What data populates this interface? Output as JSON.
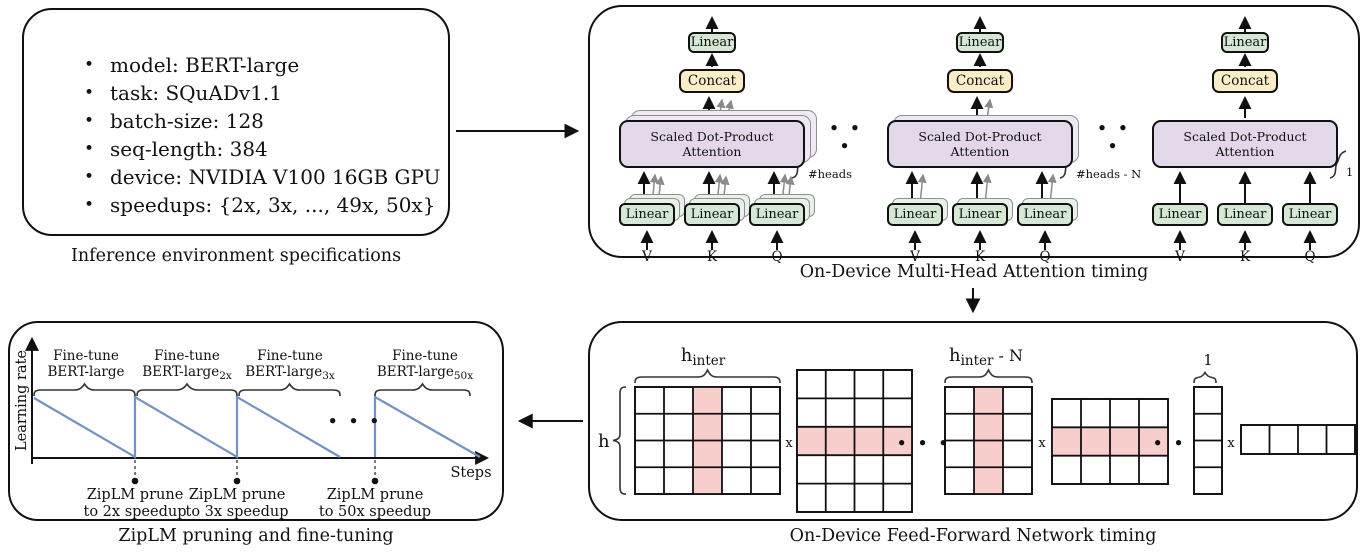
{
  "spec": {
    "bullet": "•",
    "items": [
      "model: BERT-large",
      "task: SQuADv1.1",
      "batch-size: 128",
      "seq-length: 384",
      "device: NVIDIA V100 16GB GPU",
      "speedups: {2x, 3x, ..., 49x, 50x}"
    ],
    "caption": "Inference environment specifications"
  },
  "mha": {
    "caption": "On-Device Multi-Head Attention timing",
    "ellipsis": "• • •",
    "units": [
      {
        "linear": "Linear",
        "concat": "Concat",
        "attention": "Scaled Dot-Product Attention",
        "count_label": "#heads",
        "v": "V",
        "k": "K",
        "q": "Q"
      },
      {
        "linear": "Linear",
        "concat": "Concat",
        "attention": "Scaled Dot-Product Attention",
        "count_label": "#heads - N",
        "v": "V",
        "k": "K",
        "q": "Q"
      },
      {
        "linear": "Linear",
        "concat": "Concat",
        "attention": "Scaled Dot-Product Attention",
        "count_label": "1",
        "v": "V",
        "k": "K",
        "q": "Q"
      }
    ]
  },
  "ziplm": {
    "caption": "ZipLM pruning and fine-tuning",
    "ylabel": "Learning rate",
    "xlabel": "Steps",
    "ellipsis": "• • •",
    "segments": [
      {
        "line1": "Fine-tune",
        "base": "BERT-large",
        "sub": ""
      },
      {
        "line1": "Fine-tune",
        "base": "BERT-large",
        "sub": "2x"
      },
      {
        "line1": "Fine-tune",
        "base": "BERT-large",
        "sub": "3x"
      },
      {
        "line1": "Fine-tune",
        "base": "BERT-large",
        "sub": "50x"
      }
    ],
    "prunes": [
      {
        "line1": "ZipLM prune",
        "line2": "to 2x speedup"
      },
      {
        "line1": "ZipLM prune",
        "line2": "to 3x speedup"
      },
      {
        "line1": "ZipLM prune",
        "line2": "to 50x speedup"
      }
    ]
  },
  "ffn": {
    "caption": "On-Device Feed-Forward Network timing",
    "h_label": "h",
    "hinter": {
      "base": "h",
      "sub": "inter"
    },
    "hinter_n": {
      "base": "h",
      "sub": "inter",
      "suffix": " - N"
    },
    "one_label": "1",
    "times": "x",
    "ellipsis": "• • •"
  },
  "colors": {
    "linear_green": "#d5e8d4",
    "concat_yellow": "#fcedc9",
    "attention_purple": "#e2d8e9",
    "matrix_pink": "#f8cecc",
    "lr_line_blue": "#7393c2"
  }
}
